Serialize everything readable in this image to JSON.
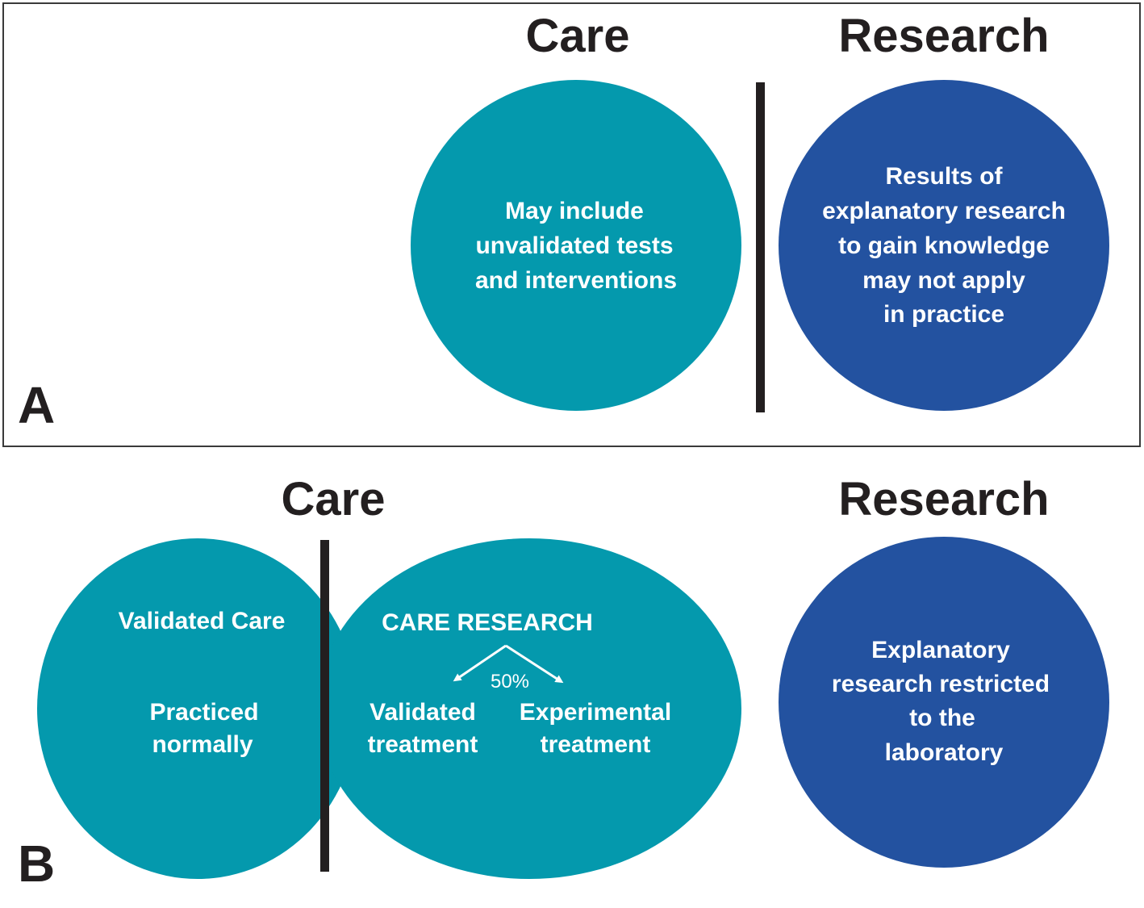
{
  "colors": {
    "care": "#0499ad",
    "research": "#2352a0",
    "divider": "#231f20",
    "text": "#231f20"
  },
  "panel_a": {
    "letter": "A",
    "care_heading": "Care",
    "research_heading": "Research",
    "care_lines": [
      "May include",
      "unvalidated tests",
      "and interventions"
    ],
    "research_lines": [
      "Results of",
      "explanatory research",
      "to gain knowledge",
      "may not apply",
      "in practice"
    ]
  },
  "panel_b": {
    "letter": "B",
    "care_heading": "Care",
    "research_heading": "Research",
    "validated_care_title": "Validated Care",
    "validated_care_lines": [
      "Practiced",
      "normally"
    ],
    "care_research_title": "CARE RESEARCH",
    "split_label": "50%",
    "validated_treatment_lines": [
      "Validated",
      "treatment"
    ],
    "experimental_treatment_lines": [
      "Experimental",
      "treatment"
    ],
    "research_lines": [
      "Explanatory",
      "research restricted",
      "to the",
      "laboratory"
    ]
  }
}
